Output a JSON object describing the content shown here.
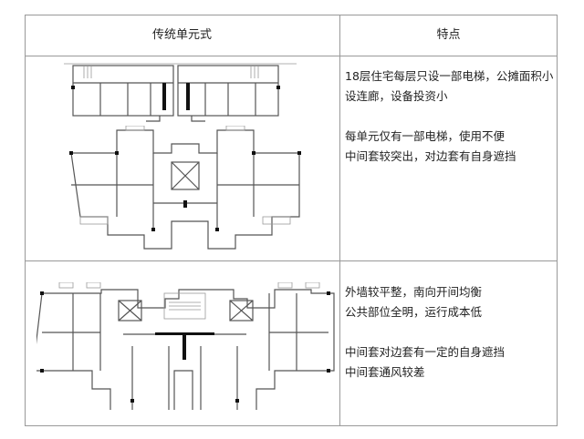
{
  "table": {
    "headers": [
      "传统单元式",
      "特点"
    ],
    "rows": [
      {
        "plan_images": [
          "floor-plan-slab-corridor",
          "floor-plan-unit-type"
        ],
        "features": [
          "18层住宅每层只设一部电梯，公摊面积小",
          "设连廊，设备投资小",
          "每单元仅有一部电梯，使用不便",
          "中间套较突出，对边套有自身遮挡"
        ]
      },
      {
        "plan_images": [
          "floor-plan-tower-unit"
        ],
        "features": [
          "外墙较平整，南向开间均衡",
          "公共部位全明，运行成本低",
          "中间套对边套有一定的自身遮挡",
          "中间套通风较差"
        ]
      }
    ]
  }
}
